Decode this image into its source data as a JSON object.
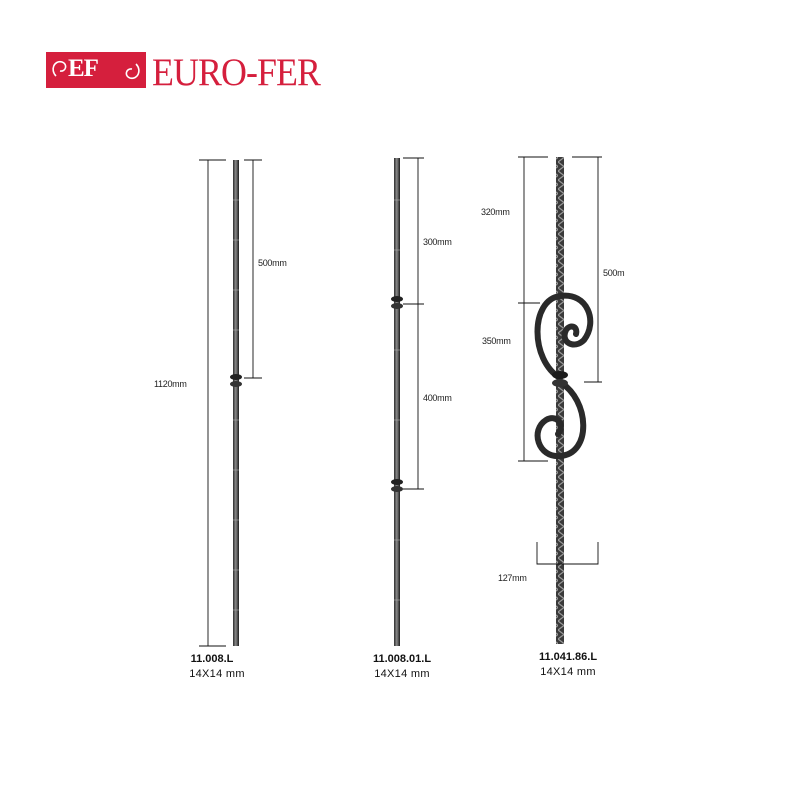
{
  "brand": {
    "badge_text": "EF",
    "name": "EURO-FER",
    "color": "#d51f3d"
  },
  "products": [
    {
      "code": "11.008.L",
      "size": "14X14 mm",
      "dimensions": [
        "500mm",
        "1120mm"
      ]
    },
    {
      "code": "11.008.01.L",
      "size": "14X14 mm",
      "dimensions": [
        "300mm",
        "400mm"
      ]
    },
    {
      "code": "11.041.86.L",
      "size": "14X14 mm",
      "dimensions": [
        "320mm",
        "500m",
        "350mm",
        "127mm"
      ]
    }
  ]
}
